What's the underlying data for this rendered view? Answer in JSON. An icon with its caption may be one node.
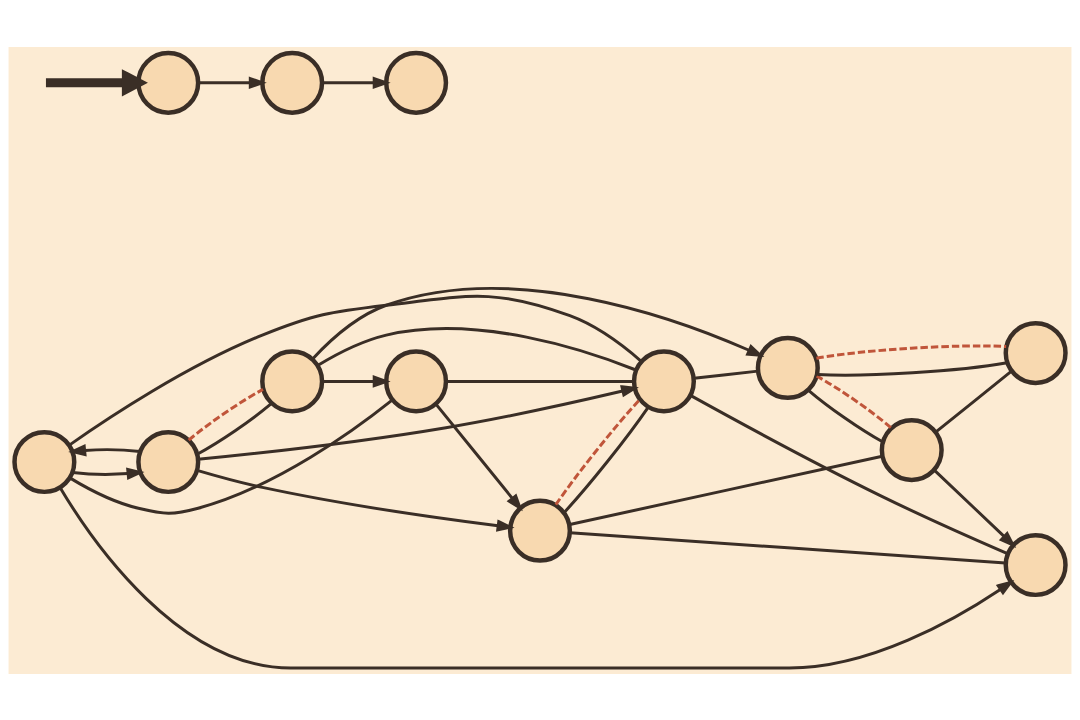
{
  "diagram": {
    "nodes": [
      {
        "text": [],
        "shape": "circle"
      },
      {
        "text": [],
        "shape": "circle"
      },
      {
        "text": [],
        "shape": "circle"
      },
      {
        "text": [],
        "shape": "circle"
      },
      {
        "text": [],
        "shape": "circle"
      },
      {
        "text": [],
        "shape": "circle"
      },
      {
        "text": [],
        "shape": "circle"
      },
      {
        "text": [],
        "shape": "circle"
      },
      {
        "text": [],
        "shape": "circle"
      },
      {
        "text": [],
        "shape": "circle"
      },
      {
        "text": [],
        "shape": "circle"
      },
      {
        "text": [],
        "shape": "circle"
      },
      {
        "text": [],
        "shape": "circle"
      }
    ],
    "edges": [
      {
        "from": 7,
        "to": 0,
        "arrow": "to"
      },
      {
        "from": 0,
        "to": 2,
        "arrow": "to"
      },
      {
        "from": 1,
        "to": 3,
        "arrow": "to"
      },
      {
        "from": 3,
        "to": 1,
        "arrow": "to"
      },
      {
        "from": 3,
        "to": 5,
        "arrow": "to"
      },
      {
        "from": 3,
        "to": 2,
        "arrow": "to"
      },
      {
        "from": 1,
        "to": 4,
        "arrow": "to"
      },
      {
        "from": 6,
        "to": 4,
        "arrow": "to"
      },
      {
        "from": 7,
        "to": 8,
        "arrow": "to"
      },
      {
        "from": 1,
        "to": 0,
        "arrow": "none"
      },
      {
        "from": 0,
        "to": 5,
        "arrow": "none"
      },
      {
        "from": 1,
        "to": 5,
        "arrow": "none"
      },
      {
        "from": 2,
        "to": 5,
        "arrow": "none"
      },
      {
        "from": 2,
        "to": 6,
        "arrow": "none"
      },
      {
        "from": 5,
        "to": 8,
        "arrow": "none"
      },
      {
        "from": 5,
        "to": 4,
        "arrow": "none"
      },
      {
        "from": 8,
        "to": 6,
        "arrow": "none"
      },
      {
        "from": 8,
        "to": 9,
        "arrow": "none"
      },
      {
        "from": 6,
        "to": 9,
        "arrow": "none"
      },
      {
        "from": 3,
        "to": 7,
        "arrow": "none"
      },
      {
        "from": 7,
        "to": 5,
        "arrow": "none"
      },
      {
        "from": 2,
        "to": 4,
        "arrow": "none"
      },
      {
        "from": 2,
        "to": 5,
        "arrow": "none",
        "style": "dashed",
        "color": "#c0553a"
      },
      {
        "from": 3,
        "to": 7,
        "arrow": "none",
        "style": "dashed",
        "color": "#c0553a"
      },
      {
        "from": 6,
        "to": 8,
        "arrow": "none",
        "style": "dashed",
        "color": "#c0553a"
      },
      {
        "from": 8,
        "to": 9,
        "arrow": "none",
        "style": "dashed",
        "color": "#c0553a"
      },
      {
        "from": null,
        "to": 10,
        "arrow": "to",
        "style": "thick"
      },
      {
        "from": 10,
        "to": 11,
        "arrow": "to"
      },
      {
        "from": 11,
        "to": 12,
        "arrow": "to"
      }
    ]
  }
}
